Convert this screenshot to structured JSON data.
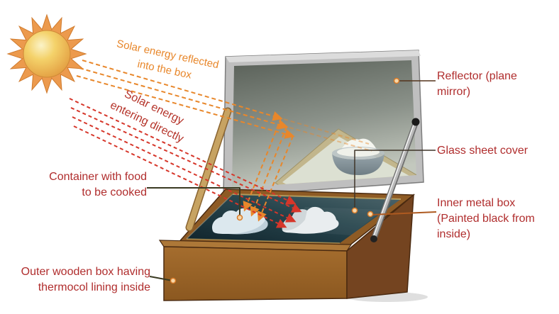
{
  "annotations": {
    "solar_reflected": {
      "line1": "Solar energy reflected",
      "line2": "into the box"
    },
    "solar_direct": {
      "line1": "Solar energy",
      "line2": "entering directly"
    },
    "container_food": {
      "line1": "Container with food",
      "line2": "to be cooked"
    },
    "outer_wooden_box": {
      "line1": "Outer wooden box having",
      "line2": "thermocol lining inside"
    },
    "reflector": {
      "line1": "Reflector (plane",
      "line2": "mirror)"
    },
    "glass_sheet": {
      "line1": "Glass sheet cover"
    },
    "inner_metal_box": {
      "line1": "Inner metal box",
      "line2": "(Painted black from",
      "line3": "inside)"
    }
  },
  "colors": {
    "label_red": "#B02D2D",
    "annotation_orange": "#E8872B",
    "annotation_dark_red": "#B5342A",
    "ray_orange": "#E8872B",
    "ray_red": "#D6362A",
    "wood_brown": "#99642A",
    "mirror_gray": "#8A9189",
    "interior_black": "#1C3238",
    "sun_core": "#F4D26A",
    "sun_rays": "#EC9A4D"
  },
  "icons": {
    "sun": "sun-icon"
  }
}
